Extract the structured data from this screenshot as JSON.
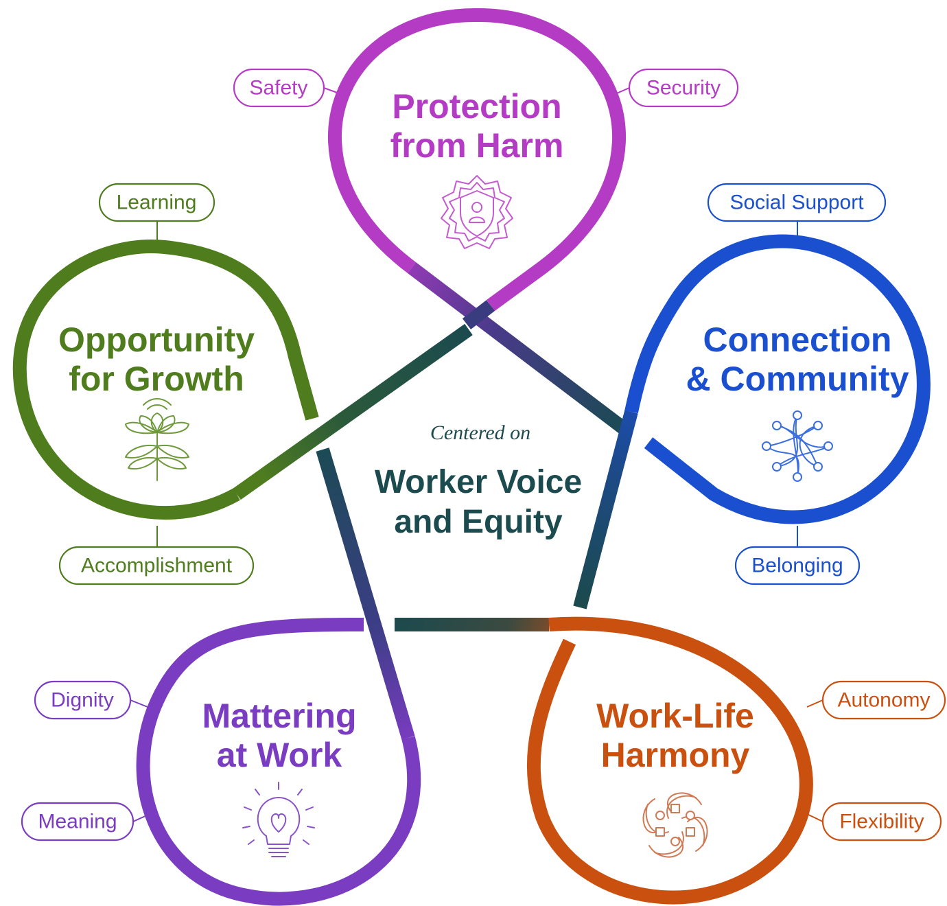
{
  "center": {
    "subtitle": "Centered on",
    "title_line1": "Worker Voice",
    "title_line2": "and Equity",
    "color": "#1b4a4f"
  },
  "pillars": {
    "protection": {
      "title_line1": "Protection",
      "title_line2": "from Harm",
      "color": "#b43cc4",
      "icon": "shield-person-icon",
      "tags": [
        "Safety",
        "Security"
      ]
    },
    "connection": {
      "title_line1": "Connection",
      "title_line2": "& Community",
      "color": "#1a4fd0",
      "icon": "network-icon",
      "tags": [
        "Social Support",
        "Belonging"
      ]
    },
    "worklife": {
      "title_line1": "Work-Life",
      "title_line2": "Harmony",
      "color": "#c9500f",
      "icon": "swirl-nodes-icon",
      "tags": [
        "Autonomy",
        "Flexibility"
      ]
    },
    "mattering": {
      "title_line1": "Mattering",
      "title_line2": "at Work",
      "color": "#7a3cc0",
      "icon": "lightbulb-heart-icon",
      "tags": [
        "Dignity",
        "Meaning"
      ]
    },
    "growth": {
      "title_line1": "Opportunity",
      "title_line2": "for Growth",
      "color": "#4f7d1e",
      "icon": "flower-plant-icon",
      "tags": [
        "Learning",
        "Accomplishment"
      ]
    }
  }
}
